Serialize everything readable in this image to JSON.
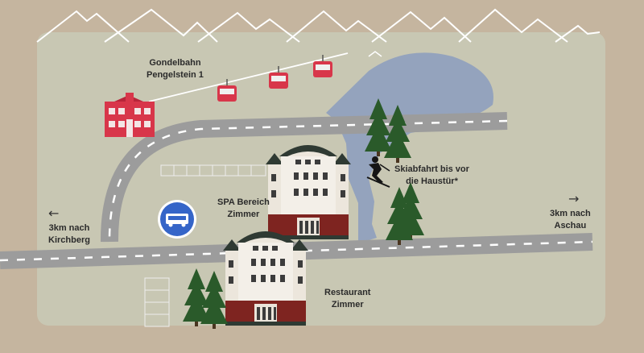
{
  "labels": {
    "gondola_line1": "Gondelbahn",
    "gondola_line2": "Pengelstein 1",
    "spa_line1": "SPA Bereich",
    "spa_line2": "Zimmer",
    "ski_line1": "Skiabfahrt bis vor",
    "ski_line2": "die Haustür*",
    "kirchberg_line1": "3km nach",
    "kirchberg_line2": "Kirchberg",
    "aschau_line1": "3km nach",
    "aschau_line2": "Aschau",
    "restaurant_line1": "Restaurant",
    "restaurant_line2": "Zimmer"
  },
  "arrows": {
    "left": "←",
    "right": "→"
  },
  "icons": [
    "mountain-icon",
    "gondola-icon",
    "school-building-icon",
    "hotel-icon",
    "bus-stop-icon",
    "skier-icon",
    "pine-tree-icon",
    "parking-icon"
  ],
  "colors": {
    "background": "#c5b59f",
    "map": "#c8c7b3",
    "road": "#9c9c9c",
    "slope": "#94a3bd",
    "gondola": "#d8364a",
    "bus_sign": "#3565c8",
    "tree": "#2a5a2a"
  }
}
